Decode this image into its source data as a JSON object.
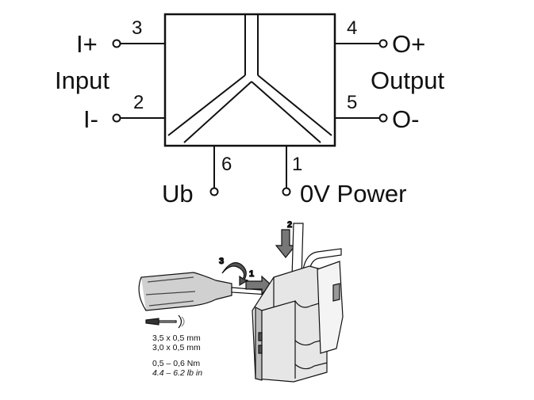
{
  "wiring": {
    "input_plus": "I+",
    "input_minus": "I-",
    "input_label": "Input",
    "output_plus": "O+",
    "output_minus": "O-",
    "output_label": "Output",
    "supply_label": "Ub",
    "ground_label": "0V Power",
    "terminals": {
      "t1": "1",
      "t2": "2",
      "t3": "3",
      "t4": "4",
      "t5": "5",
      "t6": "6"
    }
  },
  "installation": {
    "steps": [
      "1",
      "2",
      "3"
    ],
    "screwdriver_size_1": "3,5 x 0,5 mm",
    "screwdriver_size_2": "3,0 x 0,5 mm",
    "torque_nm": "0,5 – 0,6 Nm",
    "torque_lbin": "4.4 – 6.2 lb in"
  }
}
